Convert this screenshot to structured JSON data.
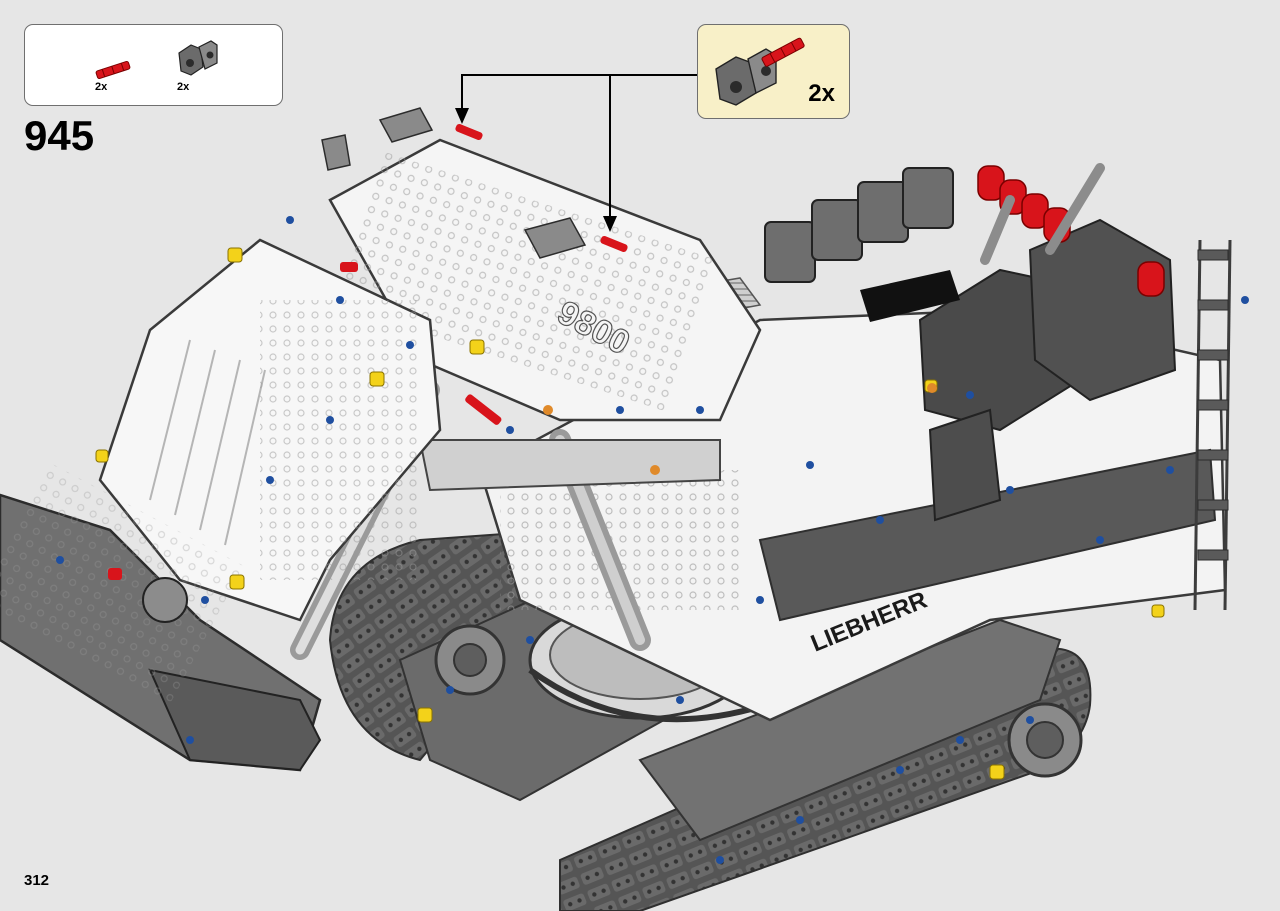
{
  "step": {
    "number": "945"
  },
  "page": {
    "number": "312"
  },
  "parts_list": {
    "items": [
      {
        "icon": "red-axle-icon",
        "qty": "2x"
      },
      {
        "icon": "gray-connector-icon",
        "qty": "2x"
      }
    ]
  },
  "callout": {
    "icon": "connector-with-axle-assembly-icon",
    "qty": "2x"
  },
  "model": {
    "brand_label": "LIEBHERR",
    "model_label": "9800",
    "icon": "excavator-model-illustration"
  },
  "colors": {
    "background": "#e6e6e6",
    "callout_background": "#f8f0c8",
    "part_red": "#d8141b",
    "part_gray": "#6b6b6b",
    "model_white": "#f5f5f5",
    "model_dark": "#4a4a4a"
  }
}
